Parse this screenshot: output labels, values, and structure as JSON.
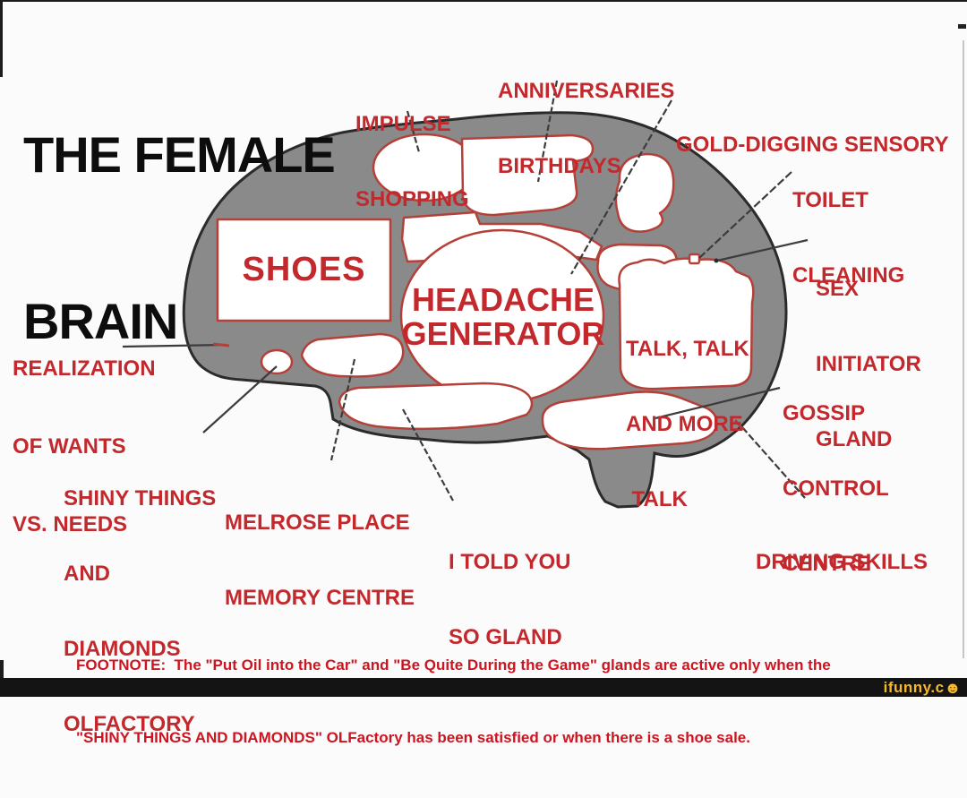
{
  "title": {
    "lines": [
      "THE FEMALE",
      "BRAIN"
    ]
  },
  "callouts": {
    "impulse": {
      "lines": [
        "IMPULSE",
        "SHOPPING"
      ]
    },
    "anniversaries": {
      "lines": [
        "ANNIVERSARIES",
        "BIRTHDAYS"
      ]
    },
    "gold": {
      "lines": [
        "GOLD-DIGGING SENSORY"
      ]
    },
    "toilet": {
      "lines": [
        "TOILET",
        "CLEANING"
      ]
    },
    "sex": {
      "lines": [
        "SEX",
        "INITIATOR",
        "GLAND"
      ]
    },
    "gossip": {
      "lines": [
        "GOSSIP",
        "CONTROL",
        "CENTRE"
      ]
    },
    "driving": {
      "lines": [
        "DRIVING SKILLS"
      ]
    },
    "realization": {
      "lines": [
        "REALIZATION",
        "OF WANTS",
        "VS. NEEDS"
      ]
    },
    "shiny": {
      "lines": [
        "SHINY THINGS",
        "AND",
        "DIAMONDS",
        "OLFACTORY"
      ]
    },
    "melrose": {
      "lines": [
        "MELROSE PLACE",
        "MEMORY CENTRE"
      ]
    },
    "itoldyou": {
      "lines": [
        "I TOLD YOU",
        "SO GLAND"
      ]
    }
  },
  "regions": {
    "shoes": {
      "label": "SHOES"
    },
    "headache": {
      "lines": [
        "HEADACHE",
        "GENERATOR"
      ]
    },
    "talk": {
      "lines": [
        "TALK, TALK",
        "AND MORE",
        " TALK"
      ]
    }
  },
  "footnote": {
    "lines": [
      "FOOTNOTE:  The \"Put Oil into the Car\" and \"Be Quite During the Game\" glands are active only when the",
      "\"SHINY THINGS AND DIAMONDS\" OLFactory has been satisfied or when there is a shoe sale."
    ]
  },
  "watermark": {
    "brand": "ifunny.c",
    "smiley": "☻"
  },
  "colors": {
    "brain_gray": "#8a8a8a",
    "brain_outline": "#2b2b2b",
    "region_border_red": "#b4403a",
    "label_red": "#c3292c",
    "footnote_red": "#cc1520",
    "title_black": "#0d0d0d",
    "footer_bar_black": "#141414",
    "watermark_yellow": "#f5b82e",
    "pointer_line": "#3c3c3c"
  }
}
